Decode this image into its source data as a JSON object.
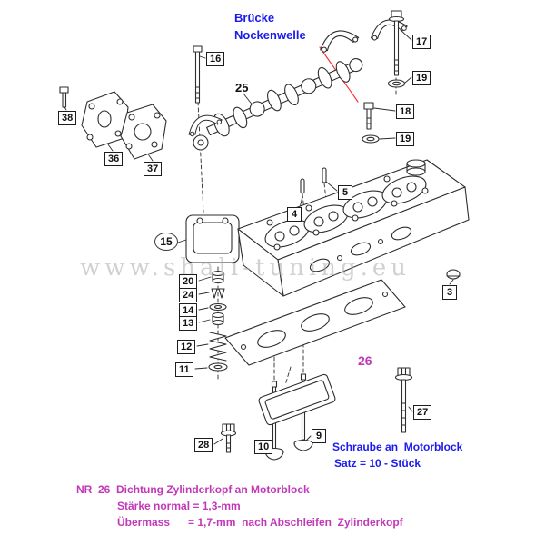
{
  "annotations": {
    "bruecke": "Brücke",
    "nockenwelle": "Nockenwelle",
    "schraube_line1": "Schraube an  Motorblock",
    "schraube_line2": "Satz = 10 - Stück",
    "gasket_number": "26",
    "note_line1": "NR  26  Dichtung Zylinderkopf an Motorblock",
    "note_line2": "Stärke normal = 1,3-mm",
    "note_line3": "Übermass      = 1,7-mm  nach Abschleifen  Zylinderkopf",
    "watermark": "www.shali-tuning.eu"
  },
  "callouts": [
    {
      "part": "16"
    },
    {
      "part": "17"
    },
    {
      "part": "19"
    },
    {
      "part": "18"
    },
    {
      "part": "19"
    },
    {
      "part": "38"
    },
    {
      "part": "36"
    },
    {
      "part": "37"
    },
    {
      "part": "25"
    },
    {
      "part": "15"
    },
    {
      "part": "20"
    },
    {
      "part": "24"
    },
    {
      "part": "14"
    },
    {
      "part": "13"
    },
    {
      "part": "12"
    },
    {
      "part": "11"
    },
    {
      "part": "28"
    },
    {
      "part": "10"
    },
    {
      "part": "9"
    },
    {
      "part": "27"
    },
    {
      "part": "3"
    },
    {
      "part": "5"
    },
    {
      "part": "4"
    }
  ],
  "colors": {
    "blue": "#1b1bee",
    "magenta": "#c238b8",
    "red": "#ff2a2a",
    "line": "#2d2d2d",
    "watermark": "#adadad"
  }
}
